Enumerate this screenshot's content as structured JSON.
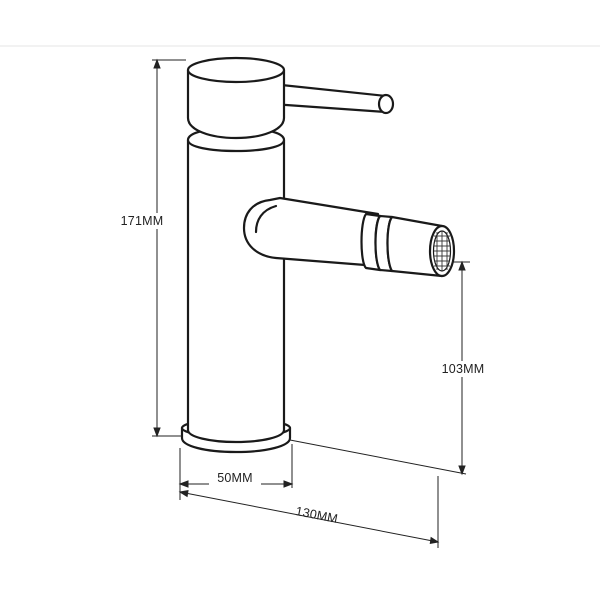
{
  "diagram": {
    "dimensions": {
      "height_total": "171MM",
      "spout_height": "103MM",
      "base_diameter": "50MM",
      "overall_depth": "130MM"
    },
    "colors": {
      "line": "#1a1a1a",
      "dimension_line": "#222222",
      "background": "#ffffff",
      "top_rule": "#e6e6e6"
    }
  }
}
